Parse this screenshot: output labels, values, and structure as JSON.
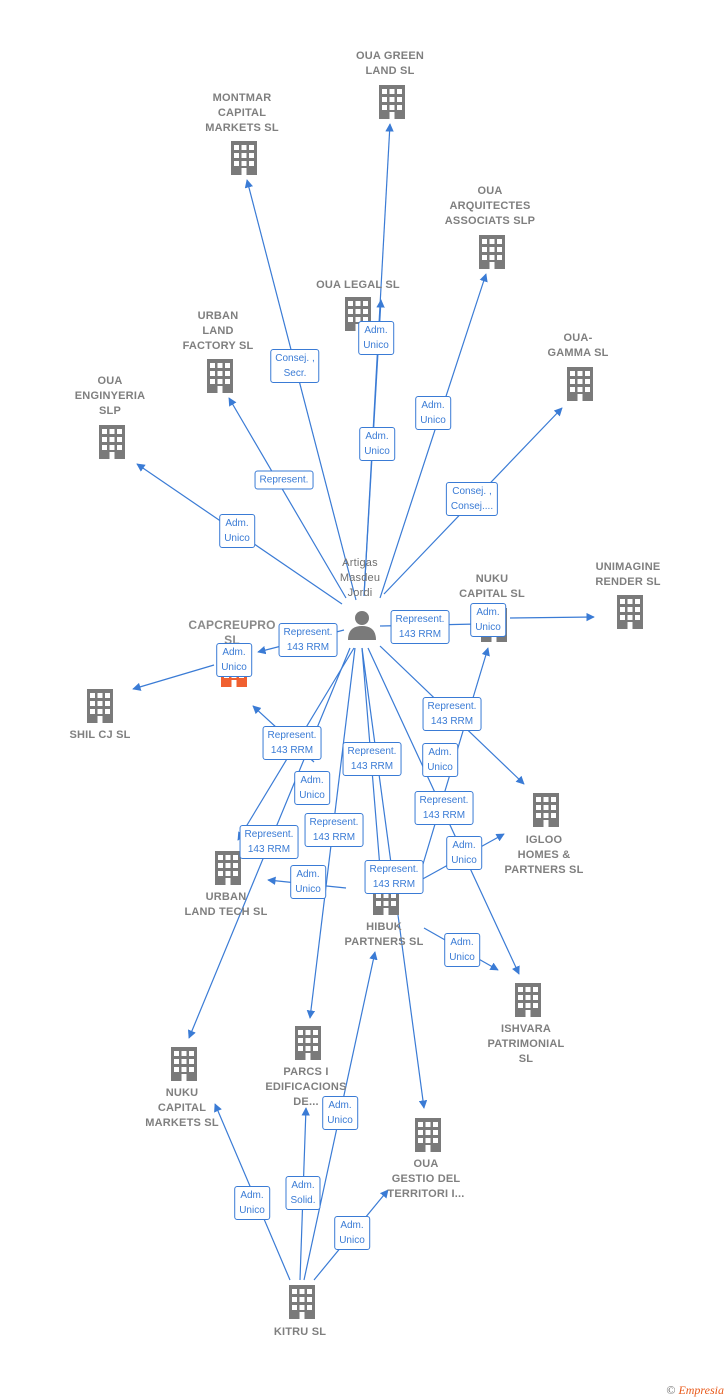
{
  "colors": {
    "edge": "#3a7bd5",
    "building": "#7a7a7a",
    "building_focus": "#f06030",
    "person": "#7a7a7a",
    "text": "#7f7f7f"
  },
  "center": {
    "name_lines": [
      "Artigas",
      "Masdeu",
      "Jordi"
    ],
    "icon": "person-icon"
  },
  "nodes": [
    {
      "id": "oua-green-land",
      "name_lines": [
        "OUA GREEN",
        "LAND SL"
      ],
      "icon": "building-icon"
    },
    {
      "id": "montmar",
      "name_lines": [
        "MONTMAR",
        "CAPITAL",
        "MARKETS SL"
      ],
      "icon": "building-icon"
    },
    {
      "id": "oua-arquitectes",
      "name_lines": [
        "OUA",
        "ARQUITECTES",
        "ASSOCIATS SLP"
      ],
      "icon": "building-icon"
    },
    {
      "id": "oua-legal",
      "name_lines": [
        "OUA LEGAL SL"
      ],
      "icon": "building-icon"
    },
    {
      "id": "urban-land-factory",
      "name_lines": [
        "URBAN",
        "LAND",
        "FACTORY SL"
      ],
      "icon": "building-icon"
    },
    {
      "id": "oua-gamma",
      "name_lines": [
        "OUA-",
        "GAMMA SL"
      ],
      "icon": "building-icon"
    },
    {
      "id": "oua-enginyeria",
      "name_lines": [
        "OUA",
        "ENGINYERIA",
        "SLP"
      ],
      "icon": "building-icon"
    },
    {
      "id": "nuku-capital-sl",
      "name_lines": [
        "NUKU",
        "CAPITAL SL"
      ],
      "icon": "building-icon"
    },
    {
      "id": "unimagine",
      "name_lines": [
        "UNIMAGINE",
        "RENDER SL"
      ],
      "icon": "building-icon"
    },
    {
      "id": "capcreupro",
      "name_lines": [
        "CAPCREUPRO",
        "SL"
      ],
      "icon": "building-icon"
    },
    {
      "id": "shil-cj",
      "name_lines": [
        "SHIL CJ SL"
      ],
      "icon": "building-icon"
    },
    {
      "id": "igloo",
      "name_lines": [
        "IGLOO",
        "HOMES &",
        "PARTNERS SL"
      ],
      "icon": "building-icon"
    },
    {
      "id": "urban-land-tech",
      "name_lines": [
        "URBAN",
        "LAND TECH SL"
      ],
      "icon": "building-icon"
    },
    {
      "id": "hibuk",
      "name_lines": [
        "HIBUK",
        "PARTNERS SL"
      ],
      "icon": "building-icon"
    },
    {
      "id": "ishvara",
      "name_lines": [
        "ISHVARA",
        "PATRIMONIAL",
        "SL"
      ],
      "icon": "building-icon"
    },
    {
      "id": "nuku-capital-markets",
      "name_lines": [
        "NUKU",
        "CAPITAL",
        "MARKETS SL"
      ],
      "icon": "building-icon"
    },
    {
      "id": "parcs",
      "name_lines": [
        "PARCS I",
        "EDIFICACIONS",
        "DE..."
      ],
      "icon": "building-icon"
    },
    {
      "id": "oua-gestio",
      "name_lines": [
        "OUA",
        "GESTIO DEL",
        "TERRITORI I..."
      ],
      "icon": "building-icon"
    },
    {
      "id": "kitru",
      "name_lines": [
        "KITRU SL"
      ],
      "icon": "building-icon"
    }
  ],
  "edges": [
    {
      "from": "center",
      "to": "oua-green-land",
      "label_lines": [
        "Adm.",
        "Unico"
      ]
    },
    {
      "from": "center",
      "to": "montmar",
      "label_lines": [
        "Consej. ,",
        "Secr."
      ]
    },
    {
      "from": "center",
      "to": "oua-legal",
      "label_lines": [
        "Adm.",
        "Unico"
      ]
    },
    {
      "from": "center",
      "to": "oua-arquitectes",
      "label_lines": [
        "Adm.",
        "Unico"
      ]
    },
    {
      "from": "center",
      "to": "urban-land-factory",
      "label_lines": [
        "Represent."
      ]
    },
    {
      "from": "center",
      "to": "oua-gamma",
      "label_lines": [
        "Consej. ,",
        "Consej...."
      ]
    },
    {
      "from": "center",
      "to": "oua-enginyeria",
      "label_lines": [
        "Adm.",
        "Unico"
      ]
    },
    {
      "from": "center",
      "to": "nuku-capital-sl",
      "label_lines": [
        "Represent.",
        "143 RRM"
      ]
    },
    {
      "from": "nuku-capital-sl",
      "to": "unimagine",
      "label_lines": [
        "Adm.",
        "Unico"
      ]
    },
    {
      "from": "center",
      "to": "capcreupro",
      "label_lines": [
        "Represent.",
        "143 RRM"
      ]
    },
    {
      "from": "capcreupro",
      "to": "shil-cj",
      "label_lines": [
        "Adm.",
        "Unico"
      ]
    },
    {
      "from": "center",
      "to": "igloo",
      "label_lines": [
        "Represent.",
        "143 RRM"
      ]
    },
    {
      "from": "center",
      "to": "urban-land-tech",
      "label_lines": [
        "Represent.",
        "143 RRM"
      ]
    },
    {
      "from": "center",
      "to": "hibuk",
      "label_lines": [
        "Represent.",
        "143 RRM"
      ]
    },
    {
      "from": "center",
      "to": "ishvara",
      "label_lines": [
        "Represent.",
        "143 RRM"
      ]
    },
    {
      "from": "center",
      "to": "nuku-capital-markets",
      "label_lines": [
        "Represent.",
        "143 RRM"
      ]
    },
    {
      "from": "center",
      "to": "parcs",
      "label_lines": [
        "Represent.",
        "143 RRM"
      ]
    },
    {
      "from": "center",
      "to": "oua-gestio",
      "label_lines": [
        "Represent.",
        "143 RRM"
      ]
    },
    {
      "from": "hibuk",
      "to": "urban-land-tech",
      "label_lines": [
        "Adm.",
        "Unico"
      ]
    },
    {
      "from": "hibuk",
      "to": "igloo",
      "label_lines": [
        "Adm.",
        "Unico"
      ]
    },
    {
      "from": "hibuk",
      "to": "ishvara",
      "label_lines": [
        "Adm.",
        "Unico"
      ]
    },
    {
      "from": "hibuk",
      "to": "nuku-capital-sl",
      "label_lines": [
        "Adm.",
        "Unico"
      ]
    },
    {
      "from": "hibuk",
      "to": "capcreupro",
      "label_lines": [
        "Adm.",
        "Unico"
      ]
    },
    {
      "from": "kitru",
      "to": "nuku-capital-markets",
      "label_lines": [
        "Adm.",
        "Unico"
      ]
    },
    {
      "from": "kitru",
      "to": "parcs",
      "label_lines": [
        "Adm.",
        "Solid."
      ]
    },
    {
      "from": "kitru",
      "to": "oua-gestio",
      "label_lines": [
        "Adm.",
        "Unico"
      ]
    },
    {
      "from": "kitru",
      "to": "hibuk",
      "label_lines": [
        "Adm.",
        "Unico"
      ]
    }
  ],
  "footer": {
    "copyright": "©",
    "brand": "Empresia"
  }
}
